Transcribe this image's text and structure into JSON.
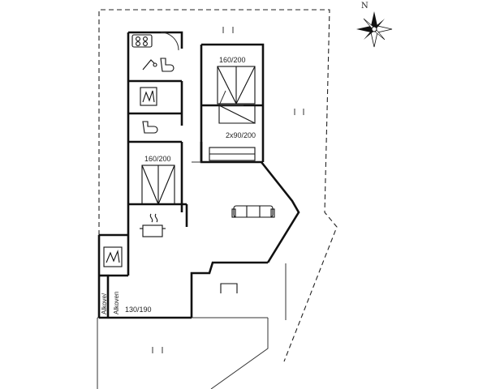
{
  "compass": {
    "north_label": "N"
  },
  "rooms": {
    "bedroom_1_bed": "160/200",
    "bedroom_2_bed": "2x90/200",
    "bedroom_3_bed": "160/200",
    "alcove_bed": "130/190",
    "alcove_label_1": "Alkove/",
    "alcove_label_2": "Alkoven"
  },
  "icons": [
    "compass-rose-icon",
    "hob-icon",
    "shower-icon",
    "toilet-icon",
    "washing-machine-icon",
    "cooking-pot-icon",
    "sofa-icon",
    "fireplace-icon"
  ]
}
